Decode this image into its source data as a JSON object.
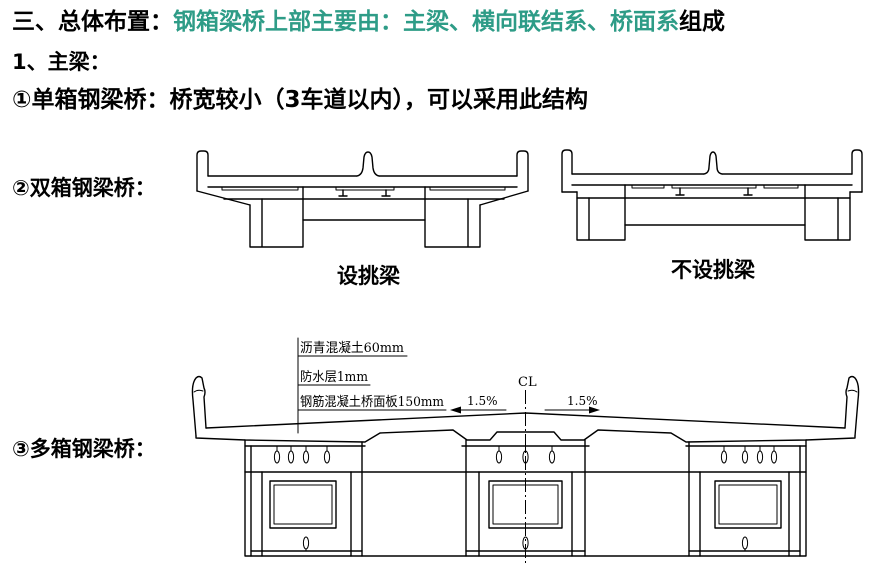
{
  "heading": {
    "prefix": "三、总体布置：",
    "highlight": "钢箱梁桥上部主要由：主梁、横向联结系、桥面系",
    "suffix": "组成"
  },
  "section": {
    "title": "1、主梁：",
    "items": [
      {
        "label": "①单箱钢梁桥：",
        "description": "桥宽较小（3车道以内），可以采用此结构"
      },
      {
        "label": "②双箱钢梁桥："
      },
      {
        "label": "③多箱钢梁桥："
      }
    ]
  },
  "double_box": {
    "variants": [
      {
        "caption": "设挑梁"
      },
      {
        "caption": "不设挑梁"
      }
    ]
  },
  "multi_box": {
    "layers": [
      "沥青混凝土60mm",
      "防水层1mm",
      "钢筋混凝土桥面板150mm"
    ],
    "centerline_label": "CL",
    "slope_left": "1.5%",
    "slope_right": "1.5%"
  },
  "colors": {
    "text": "#000000",
    "highlight": "#2E9C87",
    "background": "#FFFFFF"
  }
}
